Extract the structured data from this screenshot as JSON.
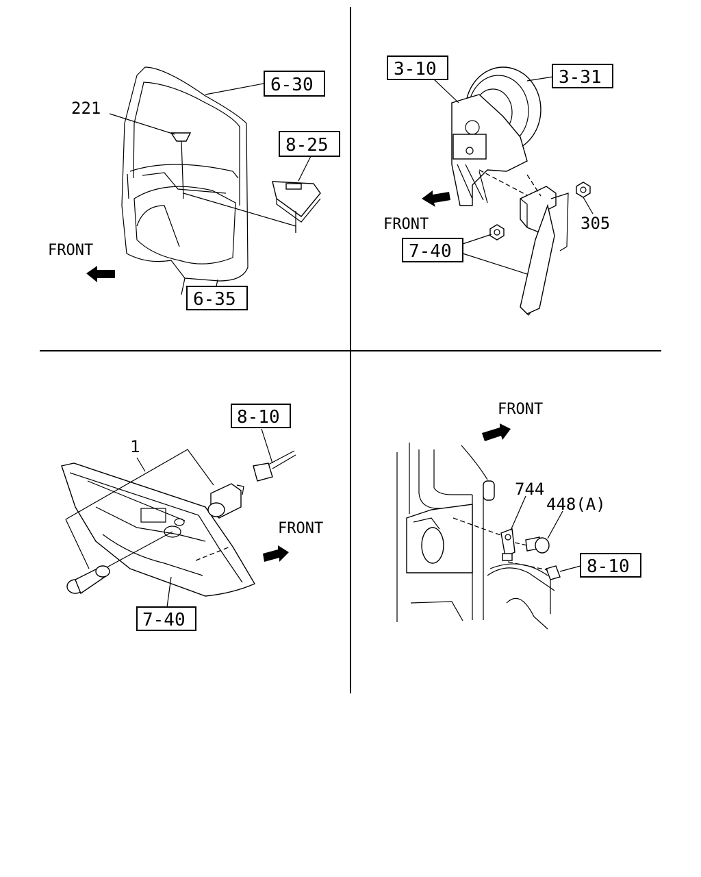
{
  "q1": {
    "ref_6_30": "6-30",
    "ref_8_25": "8-25",
    "ref_6_35": "6-35",
    "part_221": "221",
    "front": "FRONT"
  },
  "q2": {
    "ref_3_10": "3-10",
    "ref_3_31": "3-31",
    "ref_7_40": "7-40",
    "part_305": "305",
    "front": "FRONT"
  },
  "q3": {
    "ref_8_10": "8-10",
    "ref_7_40": "7-40",
    "part_1": "1",
    "front": "FRONT"
  },
  "q4": {
    "ref_8_10": "8-10",
    "part_744": "744",
    "part_448a": "448(A)",
    "front": "FRONT"
  }
}
